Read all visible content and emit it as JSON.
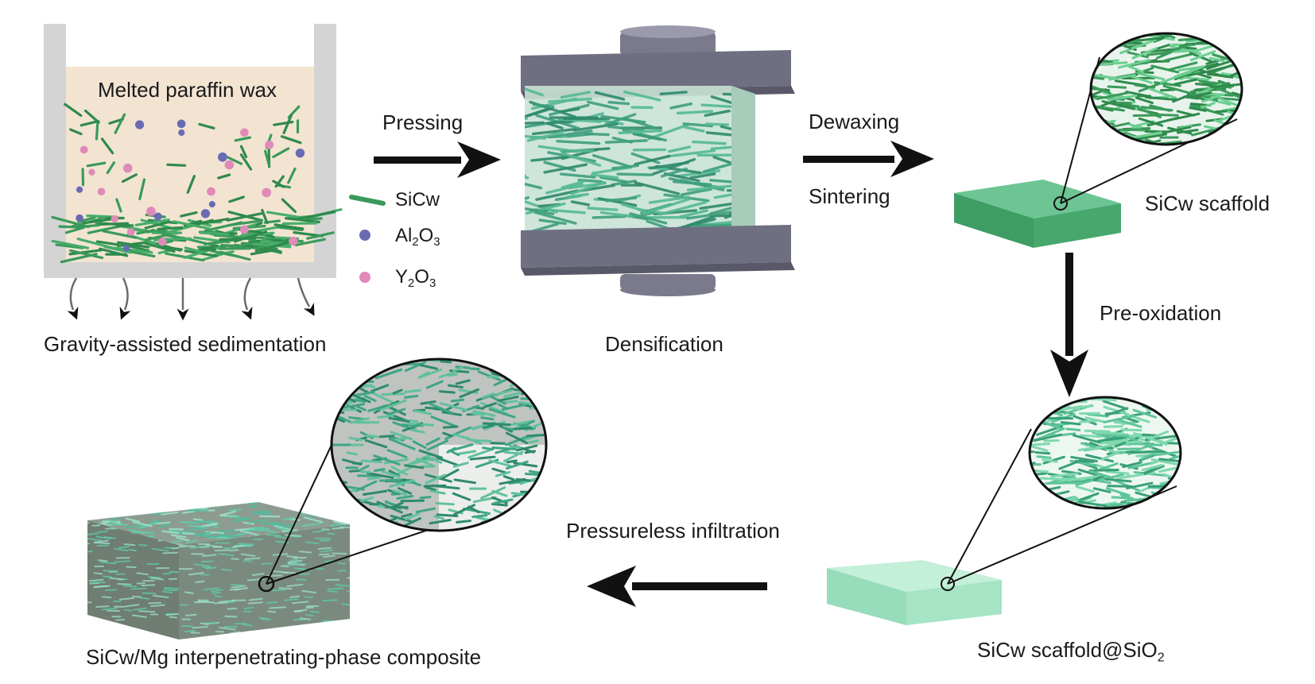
{
  "stages": {
    "sedimentation": {
      "wax_label": "Melted paraffin wax",
      "caption": "Gravity-assisted sedimentation"
    },
    "densification": {
      "caption": "Densification"
    },
    "scaffold": {
      "caption": "SiCw scaffold"
    },
    "scaffold_sio2": {
      "caption_main": "SiCw scaffold@SiO",
      "caption_sub": "2"
    },
    "composite": {
      "caption": "SiCw/Mg interpenetrating-phase composite"
    }
  },
  "legend": {
    "sicw": "SiCw",
    "al2o3": {
      "el1": "Al",
      "n1": "2",
      "el2": "O",
      "n2": "3"
    },
    "y2o3": {
      "el1": "Y",
      "n1": "2",
      "el2": "O",
      "n2": "3"
    }
  },
  "steps": {
    "pressing": "Pressing",
    "dewaxing": "Dewaxing",
    "sintering": "Sintering",
    "preoxidation": "Pre-oxidation",
    "infiltration": "Pressureless infiltration"
  },
  "colors": {
    "whisker": "#3a9a5a",
    "whisker_light": "#5fc49a",
    "wax": "#f3e4d2",
    "container": "#d4d4d4",
    "plate": "#6f6f82",
    "cube": "#c9e2d6",
    "scaffold": "#4fb57a",
    "scaffold_sio2": "#a8e3c8",
    "composite": "#7d8f82",
    "al2o3": "#6a6ab4",
    "y2o3": "#e08ab8",
    "arrow": "#111111"
  }
}
